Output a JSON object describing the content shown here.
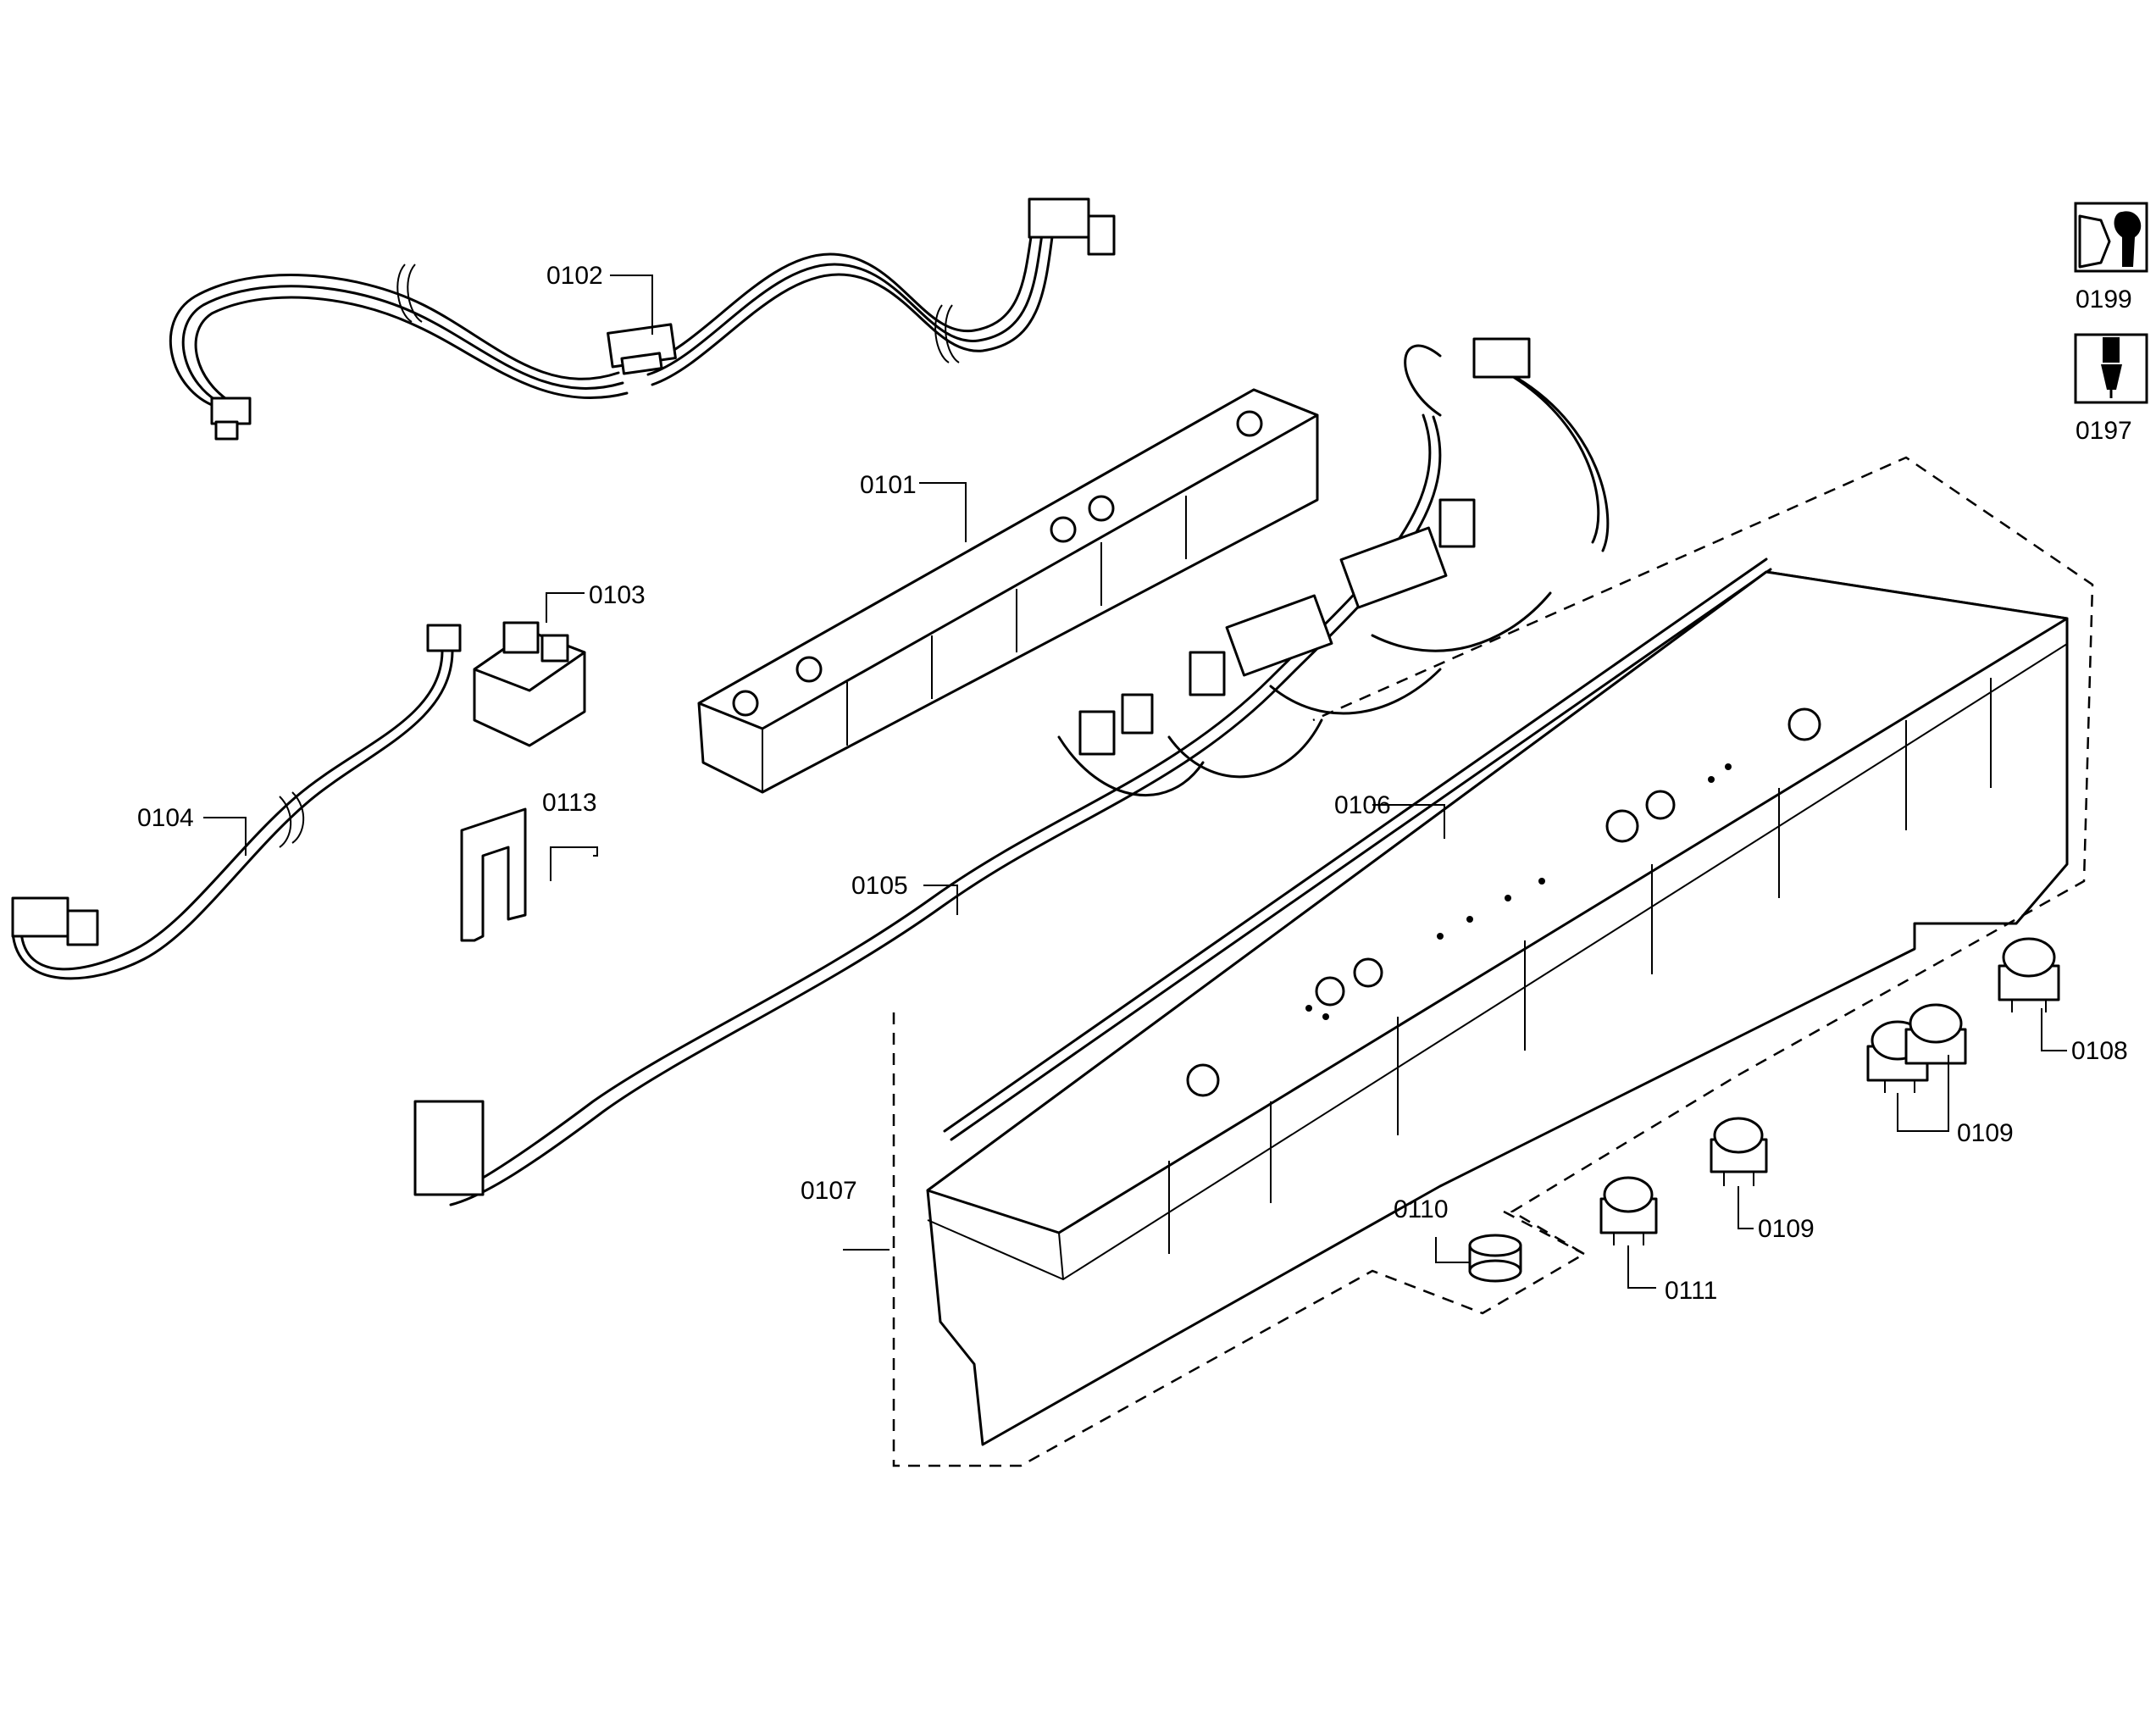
{
  "labels": {
    "c0101": "0101",
    "c0102": "0102",
    "c0103": "0103",
    "c0104": "0104",
    "c0105": "0105",
    "c0106": "0106",
    "c0107": "0107",
    "c0108": "0108",
    "c0109a": "0109",
    "c0109b": "0109",
    "c0110": "0110",
    "c0111": "0111",
    "c0113": "0113",
    "c0197": "0197",
    "c0199": "0199"
  },
  "icons": {
    "tool_0199": "wrench-nut-icon",
    "tool_0197": "screwdriver-icon"
  }
}
